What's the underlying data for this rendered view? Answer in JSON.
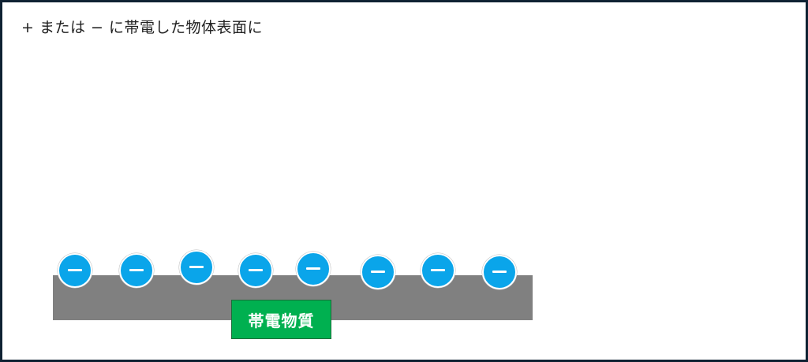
{
  "diagram": {
    "caption": "+ または − に帯電した物体表面に",
    "material_label": "帯電物質",
    "charge_sign": "−",
    "charge_count": 8,
    "colors": {
      "border": "#0f2233",
      "slab": "#808080",
      "charge": "#0aa5ea",
      "label_background": "#00b050",
      "label_text": "#ffffff"
    }
  }
}
